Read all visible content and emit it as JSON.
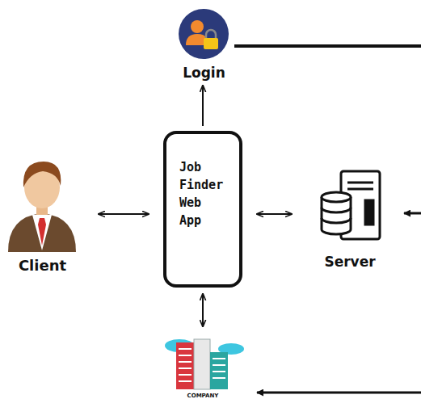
{
  "diagram": {
    "nodes": [
      {
        "text": [
          "Login"
        ]
      },
      {
        "text": [
          "Client"
        ]
      },
      {
        "text": [
          "Job Finder Web App"
        ]
      },
      {
        "text": [
          "Server"
        ]
      },
      {
        "text": [
          "COMPANY"
        ]
      }
    ],
    "edges": [
      {
        "from": 2,
        "to": 0,
        "arrow": "to"
      },
      {
        "from": 1,
        "to": 2,
        "arrow": "both"
      },
      {
        "from": 2,
        "to": 3,
        "arrow": "both"
      },
      {
        "from": 2,
        "to": 4,
        "arrow": "both"
      }
    ]
  }
}
